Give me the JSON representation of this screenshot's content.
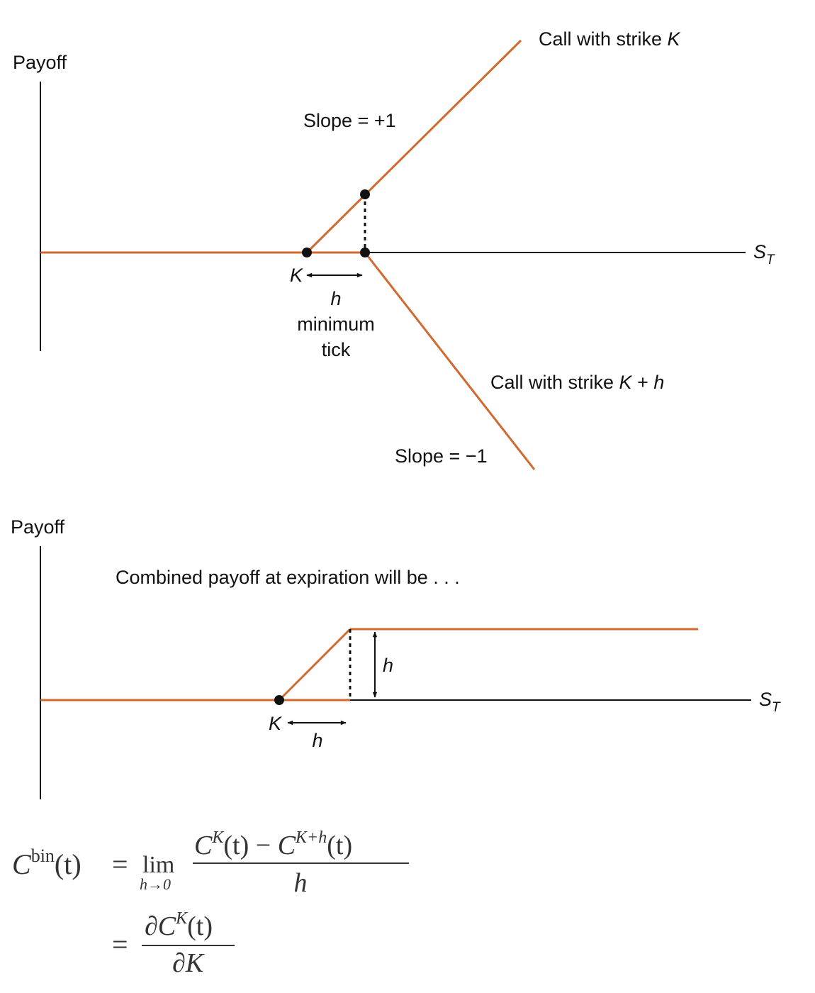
{
  "colors": {
    "payoff_line": "#D2692E",
    "axis": "#111111",
    "text": "#111111"
  },
  "top_diagram": {
    "y_axis_label": "Payoff",
    "x_axis_label": {
      "main": "S",
      "sub": "T"
    },
    "call_k_label": {
      "prefix": "Call with strike ",
      "var": "K"
    },
    "call_kh_label": {
      "prefix": "Call with strike ",
      "var_a": "K",
      "op": " + ",
      "var_b": "h"
    },
    "slope_up": "Slope = +1",
    "slope_down": "Slope = −1",
    "k_label": "K",
    "h_label": "h",
    "tick_line1": "minimum",
    "tick_line2": "tick"
  },
  "bottom_diagram": {
    "y_axis_label": "Payoff",
    "x_axis_label": {
      "main": "S",
      "sub": "T"
    },
    "caption": "Combined payoff at expiration will be . . .",
    "k_label": "K",
    "h_horizontal_label": "h",
    "h_vertical_label": "h"
  },
  "formula": {
    "line1_lhs_c": "C",
    "line1_lhs_sup": "bin",
    "line1_lhs_arg": "(t)",
    "eq": "=",
    "lim": "lim",
    "lim_sub": "h→0",
    "num_c1": "C",
    "num_sup1": "K",
    "num_arg1": "(t)",
    "num_minus": " − ",
    "num_c2": "C",
    "num_sup2": "K+h",
    "num_arg2": "(t)",
    "den": "h",
    "line2_num_d": "∂C",
    "line2_num_sup": "K",
    "line2_num_arg": "(t)",
    "line2_den": "∂K"
  }
}
